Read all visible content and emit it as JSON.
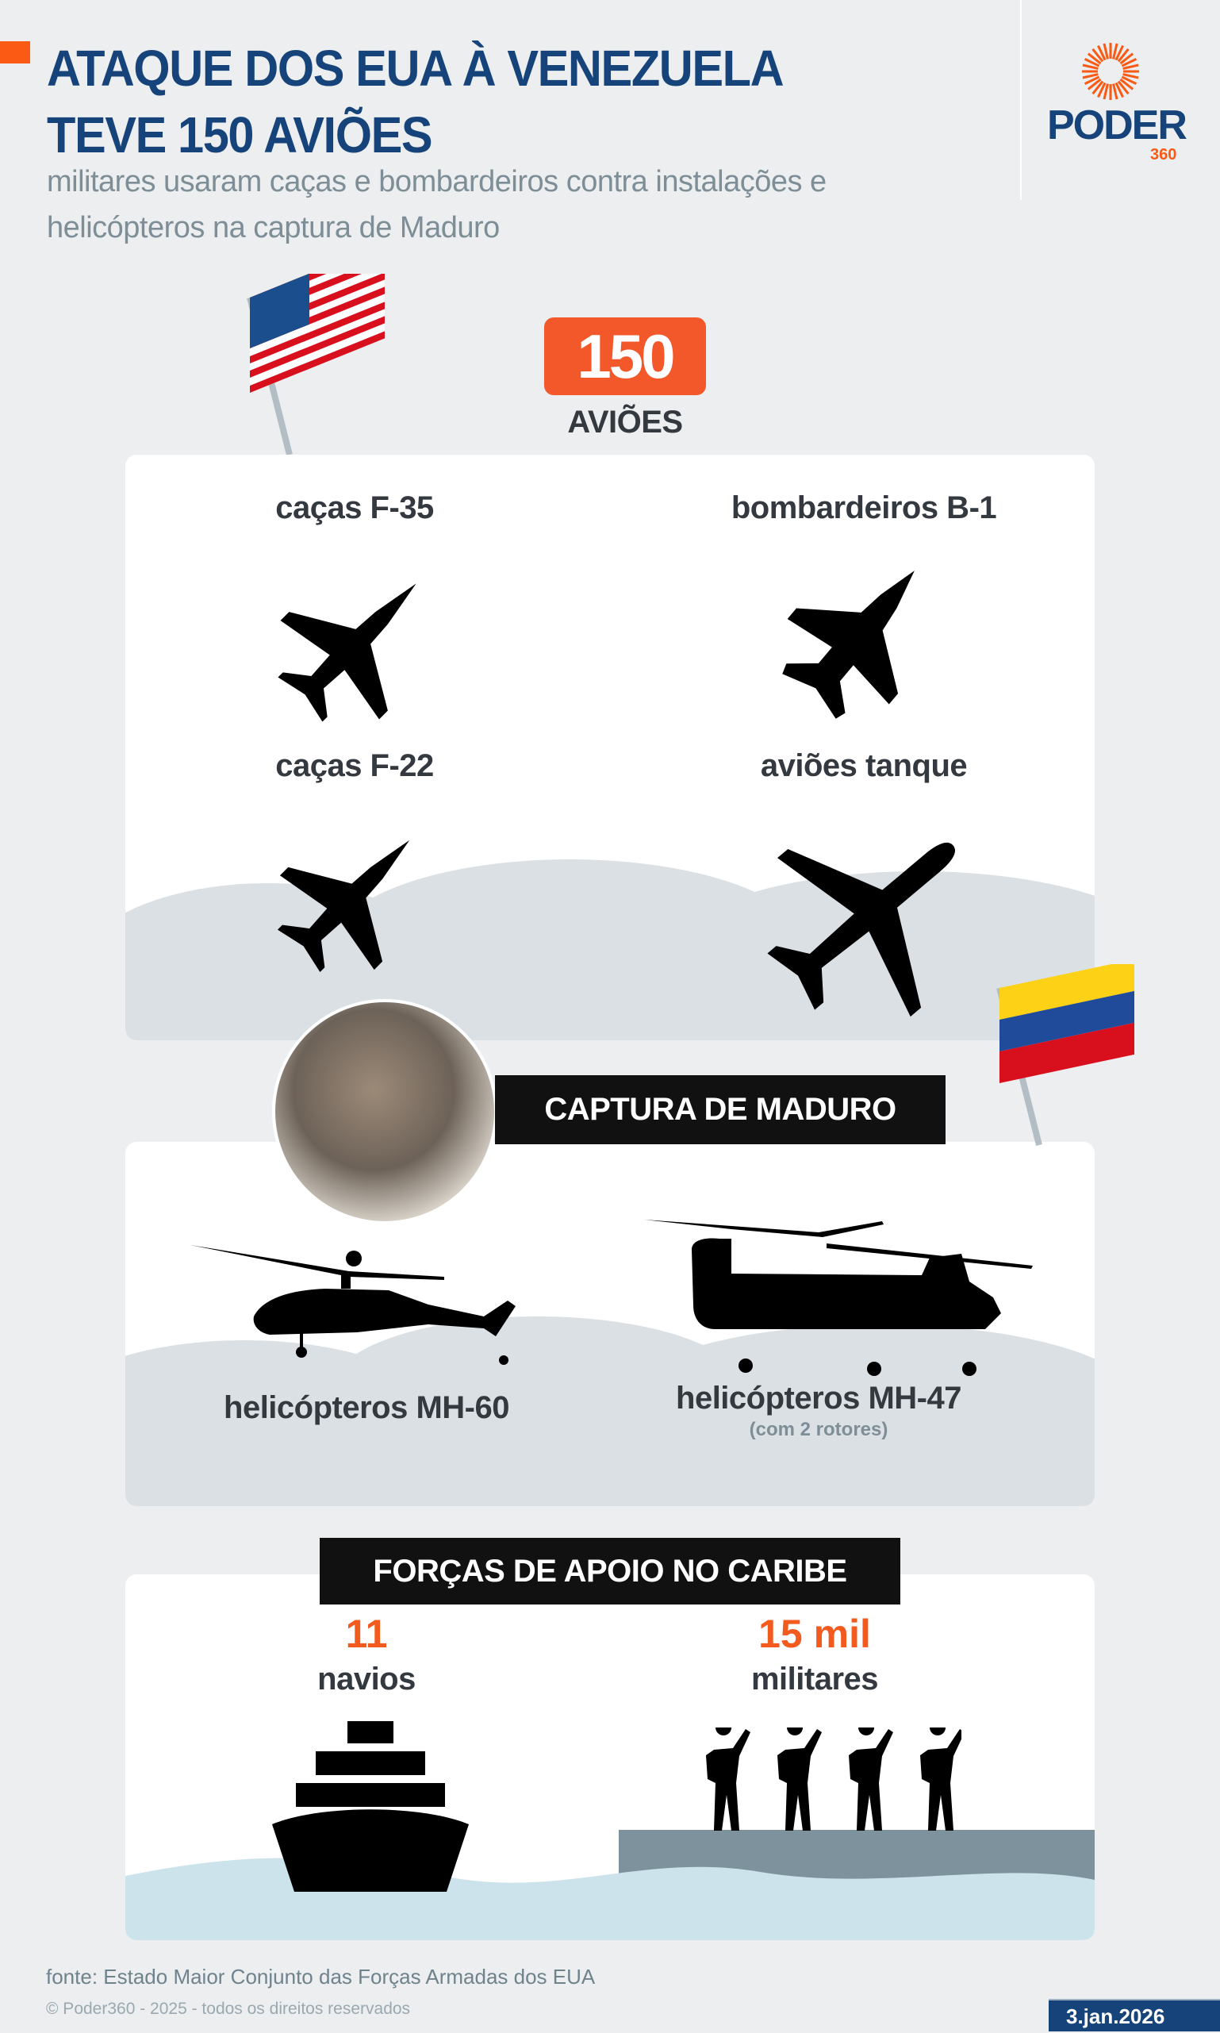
{
  "header": {
    "title_line1": "ATAQUE DOS EUA À VENEZUELA",
    "title_line2": "TEVE 150 AVIÕES",
    "subtitle_line1": "militares usaram caças e bombardeiros contra instalações e",
    "subtitle_line2": "helicópteros na captura de Maduro"
  },
  "logo": {
    "word": "PODER",
    "num": "360"
  },
  "planes": {
    "total": "150",
    "total_label": "AVIÕES",
    "items": [
      {
        "label": "caças F-35"
      },
      {
        "label": "bombardeiros B-1"
      },
      {
        "label": "caças F-22"
      },
      {
        "label": "aviões tanque"
      }
    ]
  },
  "capture": {
    "title": "CAPTURA DE MADURO",
    "helis": [
      {
        "label": "helicópteros MH-60"
      },
      {
        "label": "helicópteros MH-47",
        "note": "(com 2 rotores)"
      }
    ]
  },
  "support": {
    "title": "FORÇAS DE APOIO NO CARIBE",
    "items": [
      {
        "value": "11",
        "label": "navios"
      },
      {
        "value": "15 mil",
        "label": "militares"
      }
    ]
  },
  "footer": {
    "source": "fonte: Estado Maior Conjunto das Forças Armadas dos EUA",
    "copyright": "© Poder360 - 2025 - todos os direitos reservados",
    "date": "3.jan.2026"
  },
  "colors": {
    "brand_blue": "#16447a",
    "accent_orange": "#f2582a"
  }
}
